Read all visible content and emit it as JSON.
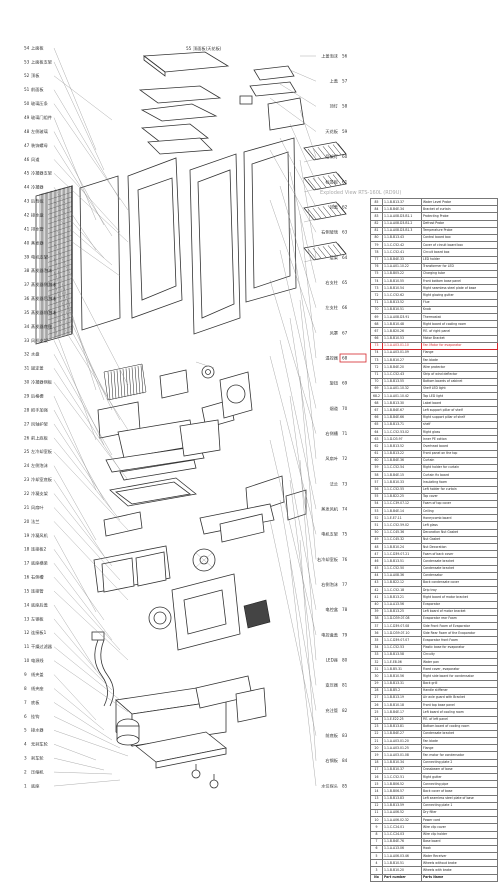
{
  "caption": "Exploded View RTS-160L (RD9U)",
  "parts_table": {
    "rows": [
      {
        "no": "85",
        "part_no": "1.1.B.B13.37",
        "name": "Water Level Probe"
      },
      {
        "no": "84",
        "part_no": "1.1.B.B4E.34",
        "name": "Bracket of curtain"
      },
      {
        "no": "83",
        "part_no": "1.1.A.A08.D3.B1.1",
        "name": "Protecting Probe"
      },
      {
        "no": "82",
        "part_no": "1.1.A.A08.D3.B1.2",
        "name": "Defrost Probe"
      },
      {
        "no": "81",
        "part_no": "1.1.A.A08.D3.B1.3",
        "name": "Temperature Probe"
      },
      {
        "no": "80",
        "part_no": "1.1.B.B13.43",
        "name": "Control board box"
      },
      {
        "no": "79",
        "part_no": "1.1.C.C52.42",
        "name": "Cover of circuit board box"
      },
      {
        "no": "78",
        "part_no": "1.1.C.C52.41",
        "name": "Circuit board box"
      },
      {
        "no": "77",
        "part_no": "1.1.B.B4E.33",
        "name": "LED holder"
      },
      {
        "no": "76",
        "part_no": "1.1.A.A01.10.22",
        "name": "Transformer for LED"
      },
      {
        "no": "75",
        "part_no": "1.1.B.B05.22",
        "name": "Charging tube"
      },
      {
        "no": "74",
        "part_no": "1.1.B.B10.55",
        "name": "Front bottom base panel"
      },
      {
        "no": "73",
        "part_no": "1.1.B.B10.54",
        "name": "Right seamless steel plate of base"
      },
      {
        "no": "72",
        "part_no": "1.1.C.C52.62",
        "name": "Right glazing gutter"
      },
      {
        "no": "71",
        "part_no": "1.1.B.B13.52",
        "name": "Flue"
      },
      {
        "no": "70",
        "part_no": "1.1.B.B10.51",
        "name": "Knob"
      },
      {
        "no": "69",
        "part_no": "1.1.A.A08.D3.91",
        "name": "Thermostat"
      },
      {
        "no": "68",
        "part_no": "1.1.B.B10.48",
        "name": "Right board of cooling room"
      },
      {
        "no": "67",
        "part_no": "1.1.B.B20.26",
        "name": "P.E. of right panel"
      },
      {
        "no": "66",
        "part_no": "1.1.B.B10.53",
        "name": "Motor Bracket"
      },
      {
        "no": "73",
        "part_no": "1.1.A.A03.01.10",
        "name": "Fan Motor for evaporator",
        "highlight": true
      },
      {
        "no": "74",
        "part_no": "1.1.A.A03.01.09",
        "name": "Flange"
      },
      {
        "no": "73",
        "part_no": "1.1.B.B10.27",
        "name": "Fan blade"
      },
      {
        "no": "72",
        "part_no": "1.1.B.B4E.20",
        "name": "Wire protector"
      },
      {
        "no": "71",
        "part_no": "1.1.C.C52.43",
        "name": "Strip of wind deflector"
      },
      {
        "no": "70",
        "part_no": "1.1.B.B13.55",
        "name": "Bottom boards of cabinet"
      },
      {
        "no": "69",
        "part_no": "1.1.A.A01.10.32",
        "name": "Shelf LED light"
      },
      {
        "no": "68-2",
        "part_no": "1.1.A.A01.10.42",
        "name": "Top LED light"
      },
      {
        "no": "68",
        "part_no": "1.1.B.B13.30",
        "name": "Label board"
      },
      {
        "no": "67",
        "part_no": "1.1.B.B4E.67",
        "name": "Left support pillar of shelf"
      },
      {
        "no": "66",
        "part_no": "1.1.B.B4E.66",
        "name": "Right support pillar of shelf"
      },
      {
        "no": "65",
        "part_no": "1.1.B.B13.71",
        "name": "shelf"
      },
      {
        "no": "64",
        "part_no": "1.1.C.C52.53.02",
        "name": "Right glass"
      },
      {
        "no": "63",
        "part_no": "1.1.D.D3.97",
        "name": "Inner PE cotton"
      },
      {
        "no": "62",
        "part_no": "1.1.B.B13.52",
        "name": "Overhead board"
      },
      {
        "no": "61",
        "part_no": "1.1.B.B13.22",
        "name": "Front panel on the top"
      },
      {
        "no": "60",
        "part_no": "1.1.B.B4E.36",
        "name": "Curtain"
      },
      {
        "no": "59",
        "part_no": "1.1.C.C52.54",
        "name": "Right holder for curtain"
      },
      {
        "no": "58",
        "part_no": "1.1.B.B4E.15",
        "name": "Curtain fix board"
      },
      {
        "no": "57",
        "part_no": "1.1.B.B10.33",
        "name": "Insulating foam"
      },
      {
        "no": "56",
        "part_no": "1.1.C.C52.55",
        "name": "Left holder for curtain"
      },
      {
        "no": "55",
        "part_no": "1.1.B.B22.25",
        "name": "Top cover"
      },
      {
        "no": "54",
        "part_no": "1.1.C.C39.07.12",
        "name": "Foam of top cover"
      },
      {
        "no": "53",
        "part_no": "1.1.B.B4E.14",
        "name": "Ceiling"
      },
      {
        "no": "52",
        "part_no": "1.1.E.E7.11",
        "name": "Honeycomb board"
      },
      {
        "no": "51",
        "part_no": "1.1.C.C52.59.02",
        "name": "Left glass"
      },
      {
        "no": "50",
        "part_no": "1.1.C.C45.36",
        "name": "Decoration Nut Gasket"
      },
      {
        "no": "49",
        "part_no": "1.1.C.C45.32",
        "name": "Nut Gasket"
      },
      {
        "no": "48",
        "part_no": "1.1.B.B10.24",
        "name": "Nut Decoration"
      },
      {
        "no": "47",
        "part_no": "1.1.C.D39.07.21",
        "name": "Foam of back cover"
      },
      {
        "no": "46",
        "part_no": "1.1.B.B13.51",
        "name": "Condensate bracket"
      },
      {
        "no": "45",
        "part_no": "1.1.C.C52.50",
        "name": "Condensate bracket"
      },
      {
        "no": "44",
        "part_no": "1.1.A.A08.36",
        "name": "Condensator"
      },
      {
        "no": "43",
        "part_no": "1.1.B.B22.12",
        "name": "Back condensate cover"
      },
      {
        "no": "42",
        "part_no": "1.1.C.C52.18",
        "name": "Drip tray"
      },
      {
        "no": "41",
        "part_no": "1.1.B.B13.21",
        "name": "Right board of motor bracket"
      },
      {
        "no": "40",
        "part_no": "1.1.A.A13.56",
        "name": "Evaporator"
      },
      {
        "no": "39",
        "part_no": "1.1.B.B13.25",
        "name": "Left board of motor bracket"
      },
      {
        "no": "38",
        "part_no": "1.1.D.D39.07.08",
        "name": "Evaporator rear Foam"
      },
      {
        "no": "37",
        "part_no": "1.1.C.D39.07.08",
        "name": "Side Front Foam of Evaporator"
      },
      {
        "no": "36",
        "part_no": "1.1.D.D39.07.10",
        "name": "Side Rear Foam of the Evaporator"
      },
      {
        "no": "35",
        "part_no": "1.1.C.D39.07.07",
        "name": "Evaporator front Foam"
      },
      {
        "no": "34",
        "part_no": "1.1.C.C52.53",
        "name": "Plastic base for evaporator"
      },
      {
        "no": "33",
        "part_no": "1.1.B.B13.58",
        "name": "Circuity"
      },
      {
        "no": "32",
        "part_no": "1.1.E.E8.06",
        "name": "Water pan"
      },
      {
        "no": "31",
        "part_no": "1.1.B.B5.31",
        "name": "Fixed cover, evaporator"
      },
      {
        "no": "30",
        "part_no": "1.1.B.B10.56",
        "name": "Right side board for condensator"
      },
      {
        "no": "29",
        "part_no": "1.1.B.B13.31",
        "name": "Back grill"
      },
      {
        "no": "28",
        "part_no": "1.1.B.B5.2",
        "name": "Handle stiffener"
      },
      {
        "no": "27",
        "part_no": "1.1.B.B13.19",
        "name": "Air axle guard with Bracket"
      },
      {
        "no": "26",
        "part_no": "1.1.B.B10.18",
        "name": "Front top base panel"
      },
      {
        "no": "25",
        "part_no": "1.1.B.B4E.17",
        "name": "Left board of cooling room"
      },
      {
        "no": "24",
        "part_no": "1.1.E.E22.25",
        "name": "P.E. of left panel"
      },
      {
        "no": "23",
        "part_no": "1.1.B.B13.81",
        "name": "Bottom board of cooling room"
      },
      {
        "no": "22",
        "part_no": "1.1.B.B4E.27",
        "name": "Condensate bracket"
      },
      {
        "no": "21",
        "part_no": "1.1.A.A03.01.20",
        "name": "Fan blade"
      },
      {
        "no": "20",
        "part_no": "1.1.A.A03.01.25",
        "name": "Flange"
      },
      {
        "no": "19",
        "part_no": "1.1.A.A03.01.08",
        "name": "Fan motor for condensator"
      },
      {
        "no": "18",
        "part_no": "1.1.B.B10.34",
        "name": "Connecting plate 2"
      },
      {
        "no": "17",
        "part_no": "1.1.B.B10.37",
        "name": "Crossbeam of base"
      },
      {
        "no": "16",
        "part_no": "1.1.C.C52.51",
        "name": "Right gutter"
      },
      {
        "no": "15",
        "part_no": "1.1.B.B06.52",
        "name": "Connecting pipe"
      },
      {
        "no": "14",
        "part_no": "1.1.B.B06.57",
        "name": "Back cover of base"
      },
      {
        "no": "13",
        "part_no": "1.1.B.B13.83",
        "name": "Left seamless steel plate of base"
      },
      {
        "no": "12",
        "part_no": "1.1.B.B13.59",
        "name": "Connecting plate 1"
      },
      {
        "no": "11",
        "part_no": "1.1.A.A06.52",
        "name": "Dry filter"
      },
      {
        "no": "10",
        "part_no": "1.1.A.A06.02.32",
        "name": "Power cord"
      },
      {
        "no": "9",
        "part_no": "1.1.C.C24.01",
        "name": "Wire clip cover"
      },
      {
        "no": "8",
        "part_no": "1.1.C.C24.03",
        "name": "Wire clip holder"
      },
      {
        "no": "7",
        "part_no": "1.1.B.B4E.76",
        "name": "Base board"
      },
      {
        "no": "6",
        "part_no": "1.1.A.A13.06",
        "name": "Hook"
      },
      {
        "no": "5",
        "part_no": "1.1.A.A06.03.46",
        "name": "Water Receiver"
      },
      {
        "no": "4",
        "part_no": "1.1.B.B10.51",
        "name": "Wheels without brake"
      },
      {
        "no": "3",
        "part_no": "1.1.B.B10.20",
        "name": "Wheels with brake"
      }
    ],
    "header": {
      "no": "No",
      "part_no": "Part number",
      "name": "Parts Name"
    }
  },
  "callouts": {
    "left": [
      {
        "num": "54",
        "label": "上面板"
      },
      {
        "num": "53",
        "label": "上面板支架"
      },
      {
        "num": "52",
        "label": "顶板"
      },
      {
        "num": "51",
        "label": "前面板"
      },
      {
        "num": "50",
        "label": "玻璃压条"
      },
      {
        "num": "49",
        "label": "玻璃门组件"
      },
      {
        "num": "48",
        "label": "左侧玻璃"
      },
      {
        "num": "47",
        "label": "装饰螺母"
      },
      {
        "num": "46",
        "label": "风道"
      },
      {
        "num": "45",
        "label": "冷凝器支架"
      },
      {
        "num": "44",
        "label": "冷凝器"
      },
      {
        "num": "43",
        "label": "后背板"
      },
      {
        "num": "42",
        "label": "接水盘"
      },
      {
        "num": "41",
        "label": "排水管"
      },
      {
        "num": "40",
        "label": "蒸发器"
      },
      {
        "num": "39",
        "label": "电机支架"
      },
      {
        "num": "38",
        "label": "蒸发器泡沫"
      },
      {
        "num": "37",
        "label": "蒸发器侧泡沫"
      },
      {
        "num": "36",
        "label": "蒸发器后泡沫"
      },
      {
        "num": "35",
        "label": "蒸发器前泡沫"
      },
      {
        "num": "34",
        "label": "蒸发器底座"
      },
      {
        "num": "33",
        "label": "风机支架"
      },
      {
        "num": "32",
        "label": "水盘"
      },
      {
        "num": "31",
        "label": "固定盖"
      },
      {
        "num": "30",
        "label": "冷凝器侧板"
      },
      {
        "num": "29",
        "label": "后格栅"
      },
      {
        "num": "28",
        "label": "把手加强"
      },
      {
        "num": "27",
        "label": "风轴护架"
      },
      {
        "num": "26",
        "label": "前上底板"
      },
      {
        "num": "25",
        "label": "左冷却室板"
      },
      {
        "num": "24",
        "label": "左侧泡沫"
      },
      {
        "num": "23",
        "label": "冷却室底板"
      },
      {
        "num": "22",
        "label": "冷凝支架"
      },
      {
        "num": "21",
        "label": "风扇叶"
      },
      {
        "num": "20",
        "label": "法兰"
      },
      {
        "num": "19",
        "label": "冷凝风机"
      },
      {
        "num": "18",
        "label": "连接板2"
      },
      {
        "num": "17",
        "label": "底座横梁"
      },
      {
        "num": "16",
        "label": "右侧槽"
      },
      {
        "num": "15",
        "label": "连接管"
      },
      {
        "num": "14",
        "label": "底座后盖"
      },
      {
        "num": "13",
        "label": "左钢板"
      },
      {
        "num": "12",
        "label": "连接板1"
      },
      {
        "num": "11",
        "label": "干燥过滤器"
      },
      {
        "num": "10",
        "label": "电源线"
      },
      {
        "num": "9",
        "label": "线夹盖"
      },
      {
        "num": "8",
        "label": "线夹座"
      },
      {
        "num": "7",
        "label": "底板"
      },
      {
        "num": "6",
        "label": "挂钩"
      },
      {
        "num": "5",
        "label": "接水器"
      },
      {
        "num": "4",
        "label": "无刹车轮"
      },
      {
        "num": "3",
        "label": "刹车轮"
      },
      {
        "num": "2",
        "label": "压缩机"
      },
      {
        "num": "1",
        "label": "底座"
      }
    ],
    "right": [
      {
        "num": "56",
        "label": "上盖泡沫"
      },
      {
        "num": "57",
        "label": "上盖"
      },
      {
        "num": "58",
        "label": "顶灯"
      },
      {
        "num": "59",
        "label": "天花板"
      },
      {
        "num": "60",
        "label": "层架灯"
      },
      {
        "num": "61",
        "label": "标签板"
      },
      {
        "num": "62",
        "label": "顶盖"
      },
      {
        "num": "63",
        "label": "右侧玻璃"
      },
      {
        "num": "64",
        "label": "层架"
      },
      {
        "num": "65",
        "label": "右支柱"
      },
      {
        "num": "66",
        "label": "左支柱"
      },
      {
        "num": "67",
        "label": "风罩"
      },
      {
        "num": "68",
        "label": "温控器"
      },
      {
        "num": "69",
        "label": "旋钮"
      },
      {
        "num": "70",
        "label": "烟道"
      },
      {
        "num": "71",
        "label": "右侧槽"
      },
      {
        "num": "72",
        "label": "风扇叶"
      },
      {
        "num": "73",
        "label": "法兰"
      },
      {
        "num": "74",
        "label": "蒸发风机"
      },
      {
        "num": "75",
        "label": "电机支架"
      },
      {
        "num": "76",
        "label": "右冷却室板"
      },
      {
        "num": "77",
        "label": "右侧泡沫"
      },
      {
        "num": "78",
        "label": "电控盒"
      },
      {
        "num": "79",
        "label": "电控盒盖"
      },
      {
        "num": "80",
        "label": "LED座"
      },
      {
        "num": "81",
        "label": "变压器"
      },
      {
        "num": "82",
        "label": "充注管"
      },
      {
        "num": "83",
        "label": "前底板"
      },
      {
        "num": "84",
        "label": "右钢板"
      },
      {
        "num": "85",
        "label": "水位探头"
      }
    ],
    "top": [
      {
        "num": "55",
        "label": "顶面板(天花板)"
      }
    ]
  },
  "colors": {
    "line": "#333333",
    "highlight": "#d6262b",
    "caption": "#aaaaaa",
    "leader": "#888888"
  }
}
